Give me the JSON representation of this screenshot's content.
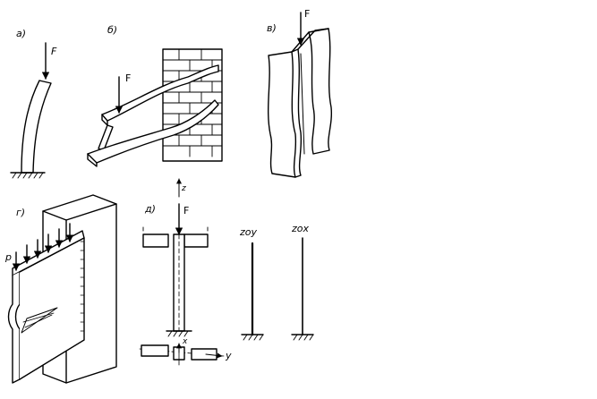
{
  "panels": {
    "a": {
      "label": "а)",
      "force": "F"
    },
    "b": {
      "label": "б)",
      "force": "F"
    },
    "v": {
      "label": "в)",
      "force": "F"
    },
    "g": {
      "label": "г)",
      "force": "p"
    },
    "d": {
      "label": "д)",
      "force": "F",
      "axis_z": "z",
      "axis_x": "x",
      "axis_y": "y",
      "plane_zoy": "zoy",
      "plane_zox": "zox"
    }
  }
}
